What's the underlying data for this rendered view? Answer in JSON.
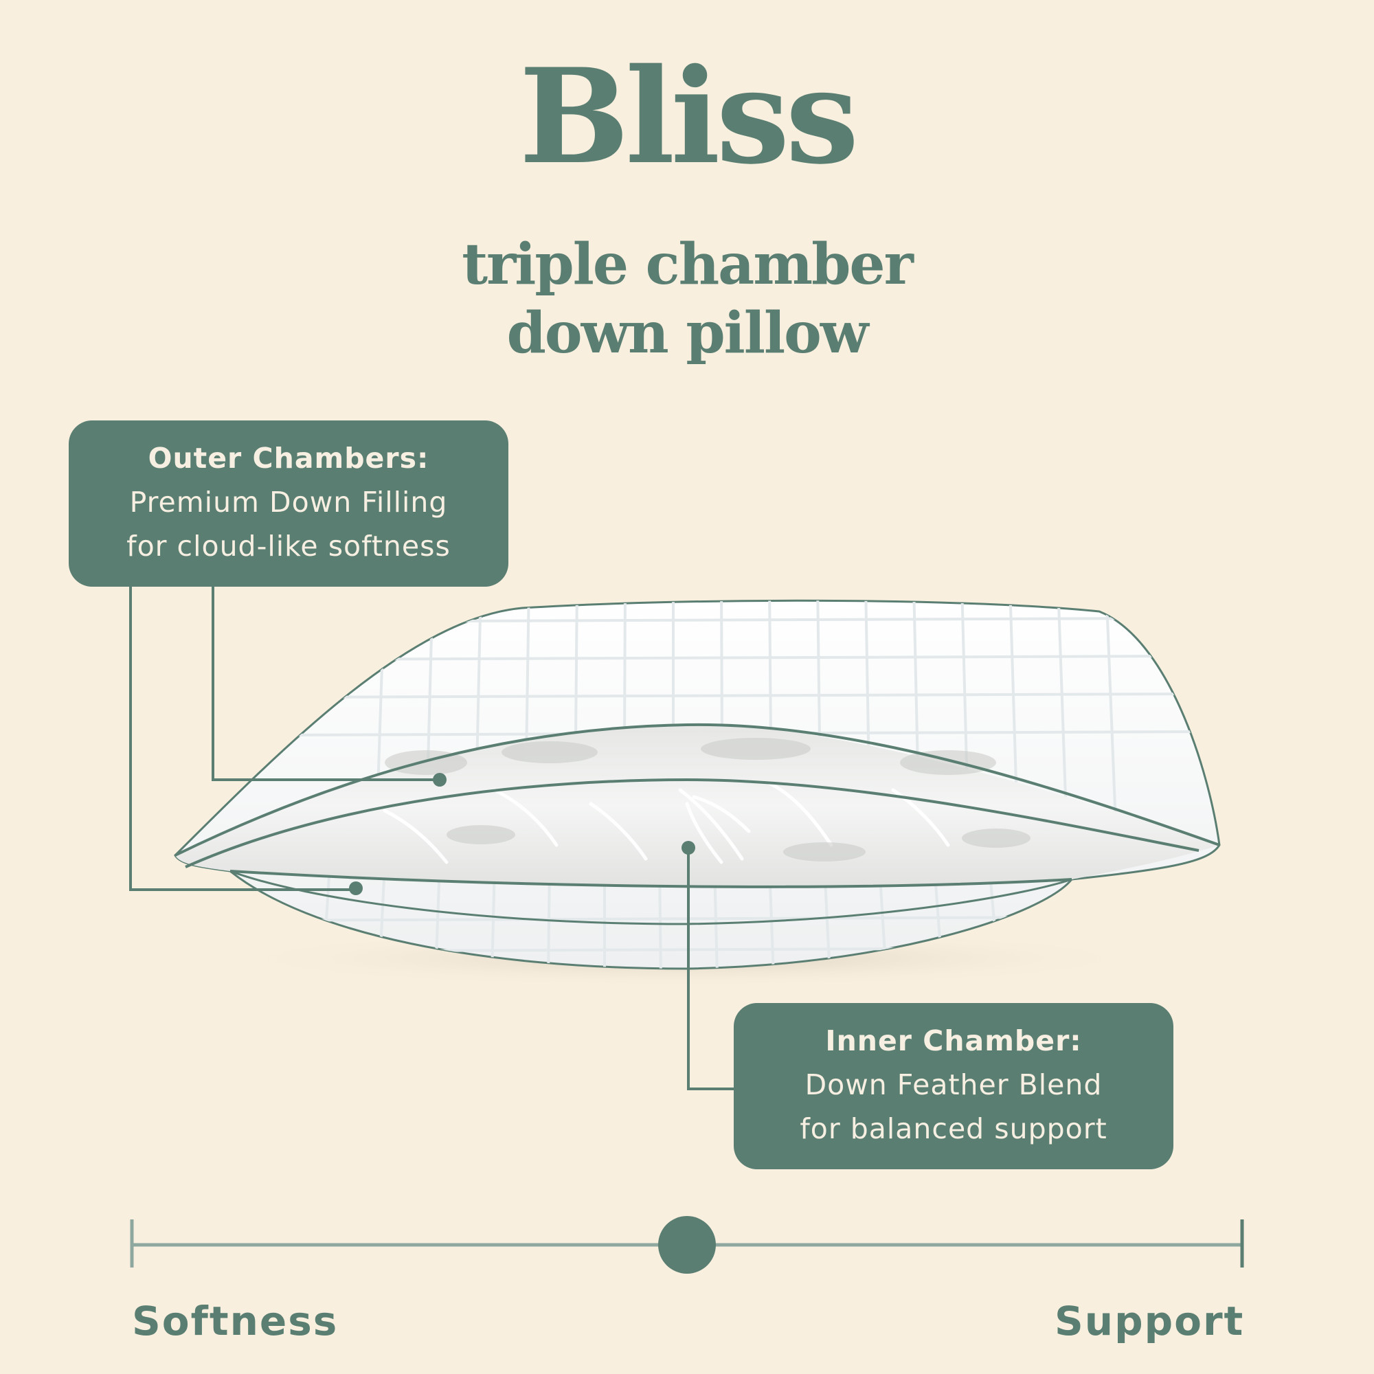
{
  "brand": {
    "title": "Bliss"
  },
  "subtitle": {
    "line1": "triple chamber",
    "line2": "down pillow"
  },
  "callouts": {
    "outer": {
      "heading": "Outer Chambers:",
      "line1": "Premium Down Filling",
      "line2": "for cloud-like softness"
    },
    "inner": {
      "heading": "Inner Chamber:",
      "line1": "Down Feather Blend",
      "line2": "for balanced support"
    }
  },
  "scale": {
    "left_label": "Softness",
    "right_label": "Support",
    "marker_position": 0.5
  },
  "colors": {
    "background": "#f9efdf",
    "brand_green": "#5a7f72",
    "pillow_white": "#ffffff"
  }
}
